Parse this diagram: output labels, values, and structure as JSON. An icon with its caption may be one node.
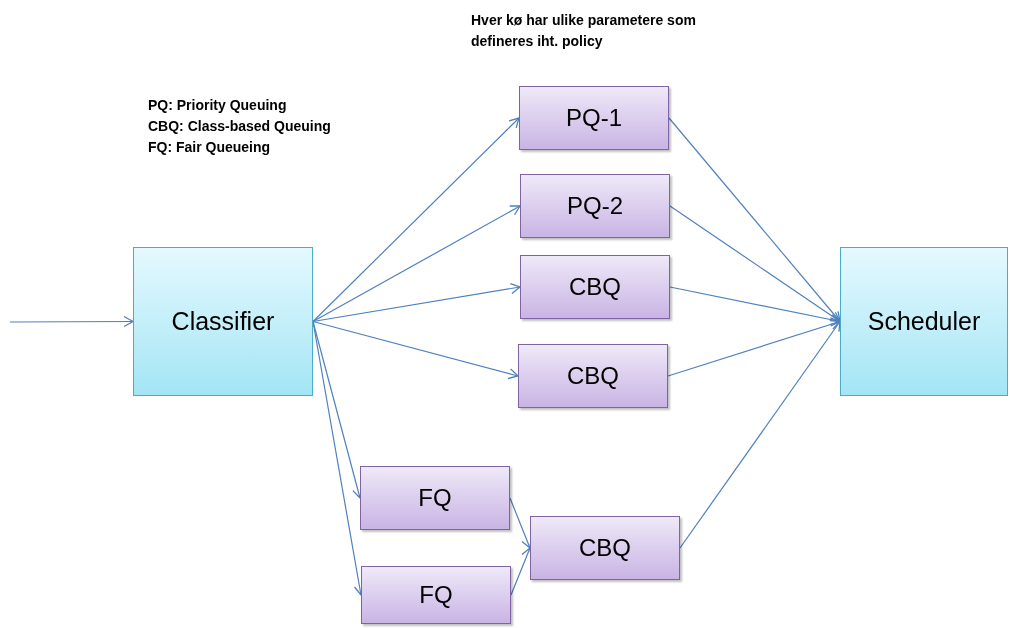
{
  "diagram": {
    "nodes": [
      {
        "text": [
          "Classifier"
        ]
      },
      {
        "text": [
          "PQ-1"
        ]
      },
      {
        "text": [
          "PQ-2"
        ]
      },
      {
        "text": [
          "CBQ"
        ]
      },
      {
        "text": [
          "CBQ"
        ]
      },
      {
        "text": [
          "FQ"
        ]
      },
      {
        "text": [
          "FQ"
        ]
      },
      {
        "text": [
          "CBQ"
        ]
      },
      {
        "text": [
          "Scheduler"
        ]
      }
    ],
    "edges": [
      {
        "from": null,
        "to": 0,
        "arrow": "to"
      },
      {
        "from": 0,
        "to": 1,
        "arrow": "to"
      },
      {
        "from": 0,
        "to": 2,
        "arrow": "to"
      },
      {
        "from": 0,
        "to": 3,
        "arrow": "to"
      },
      {
        "from": 0,
        "to": 4,
        "arrow": "to"
      },
      {
        "from": 0,
        "to": 5,
        "arrow": "to"
      },
      {
        "from": 0,
        "to": 6,
        "arrow": "to"
      },
      {
        "from": 1,
        "to": 8,
        "arrow": "to"
      },
      {
        "from": 2,
        "to": 8,
        "arrow": "to"
      },
      {
        "from": 3,
        "to": 8,
        "arrow": "to"
      },
      {
        "from": 4,
        "to": 8,
        "arrow": "to"
      },
      {
        "from": 5,
        "to": 7,
        "arrow": "to"
      },
      {
        "from": 6,
        "to": 7,
        "arrow": "to"
      },
      {
        "from": 7,
        "to": 8,
        "arrow": "to"
      }
    ],
    "labels": [
      "Hver kø har ulike parametere som defineres iht. policy",
      "PQ: Priority Queuing",
      "CBQ: Class-based Queuing",
      "FQ: Fair Queueing"
    ]
  }
}
